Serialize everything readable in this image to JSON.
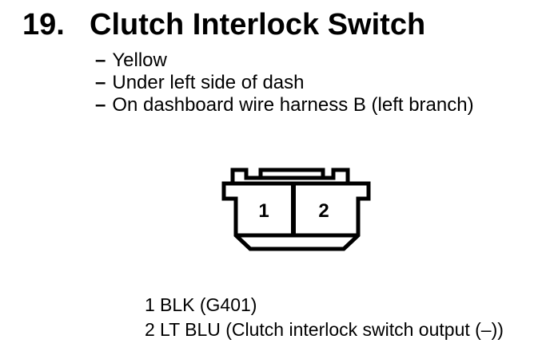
{
  "document": {
    "item_number": "19.",
    "title": "Clutch Interlock Switch",
    "bullet_char": "–",
    "details": [
      "Yellow",
      "Under left side of dash",
      "On dashboard wire harness B (left branch)"
    ],
    "connector": {
      "pins": [
        "1",
        "2"
      ]
    },
    "legend": [
      {
        "pin": "1",
        "wire": "BLK (G401)"
      },
      {
        "pin": "2",
        "wire": "LT BLU (Clutch interlock switch output (–))"
      }
    ],
    "colors": {
      "ink": "#000000",
      "paper": "#ffffff"
    }
  }
}
